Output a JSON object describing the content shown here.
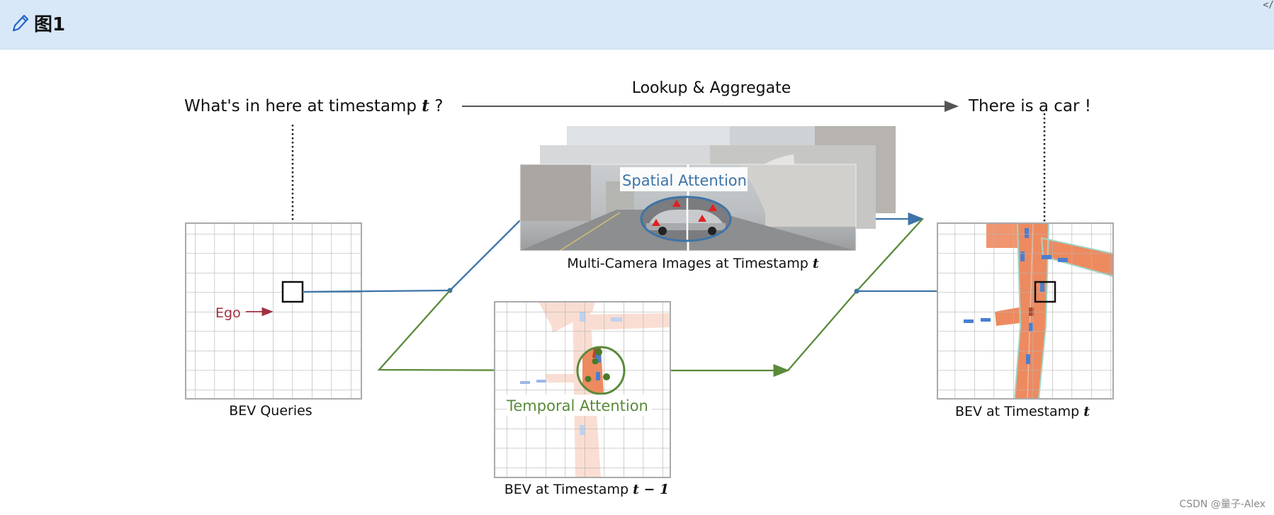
{
  "header": {
    "title": "图1",
    "icon": "pencil-icon",
    "code_tag": "</"
  },
  "diagram": {
    "question": "What's in here at timestamp",
    "question_var": "t",
    "question_mark": "?",
    "lookup_label": "Lookup & Aggregate",
    "answer": "There is a car !",
    "spatial_attention": "Spatial Attention",
    "multi_camera_caption": "Multi-Camera Images at Timestamp",
    "multi_camera_var": "t",
    "ego_label": "Ego",
    "bev_queries_caption": "BEV Queries",
    "temporal_attention": "Temporal Attention",
    "bev_prev_caption": "BEV at Timestamp",
    "bev_prev_var": "t − 1",
    "bev_now_caption": "BEV at Timestamp",
    "bev_now_var": "t",
    "colors": {
      "spatial": "#3d74a8",
      "temporal": "#5a8a3a",
      "ego": "#a03040",
      "road": "#ee8a5f",
      "vehicle": "#4a7fd0"
    }
  },
  "watermark": "CSDN @量子-Alex"
}
